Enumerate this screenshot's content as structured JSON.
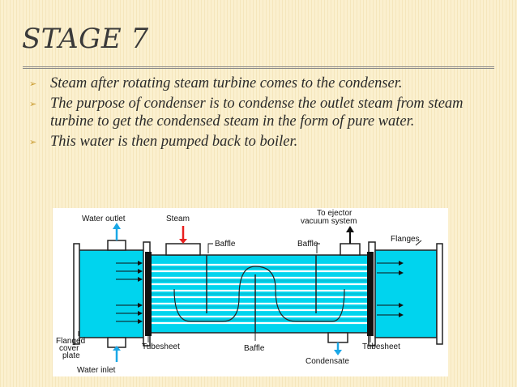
{
  "slide": {
    "title": "STAGE 7",
    "bullets": [
      "Steam after rotating steam turbine comes to the condenser.",
      "The purpose of condenser is to condense the outlet steam from steam turbine to get the condensed steam in the form of pure water.",
      "This water is then pumped back to boiler."
    ]
  },
  "diagram": {
    "labels": {
      "water_outlet": "Water outlet",
      "steam": "Steam",
      "to_ejector_1": "To ejector",
      "to_ejector_2": "vacuum system",
      "flanges": "Flanges",
      "baffle_left": "Baffle",
      "baffle_right": "Baffle",
      "baffle_bottom": "Baffle",
      "flanged_1": "Flanged",
      "flanged_2": "cover",
      "flanged_3": "plate",
      "tubesheet_left": "Tubesheet",
      "tubesheet_right": "Tubesheet",
      "condensate": "Condensate",
      "water_inlet": "Water inlet"
    },
    "colors": {
      "water": "#00d4ee",
      "steam_arrow": "#e8201f",
      "water_arrow": "#1aa7e6",
      "tubesheet": "#111111"
    }
  }
}
